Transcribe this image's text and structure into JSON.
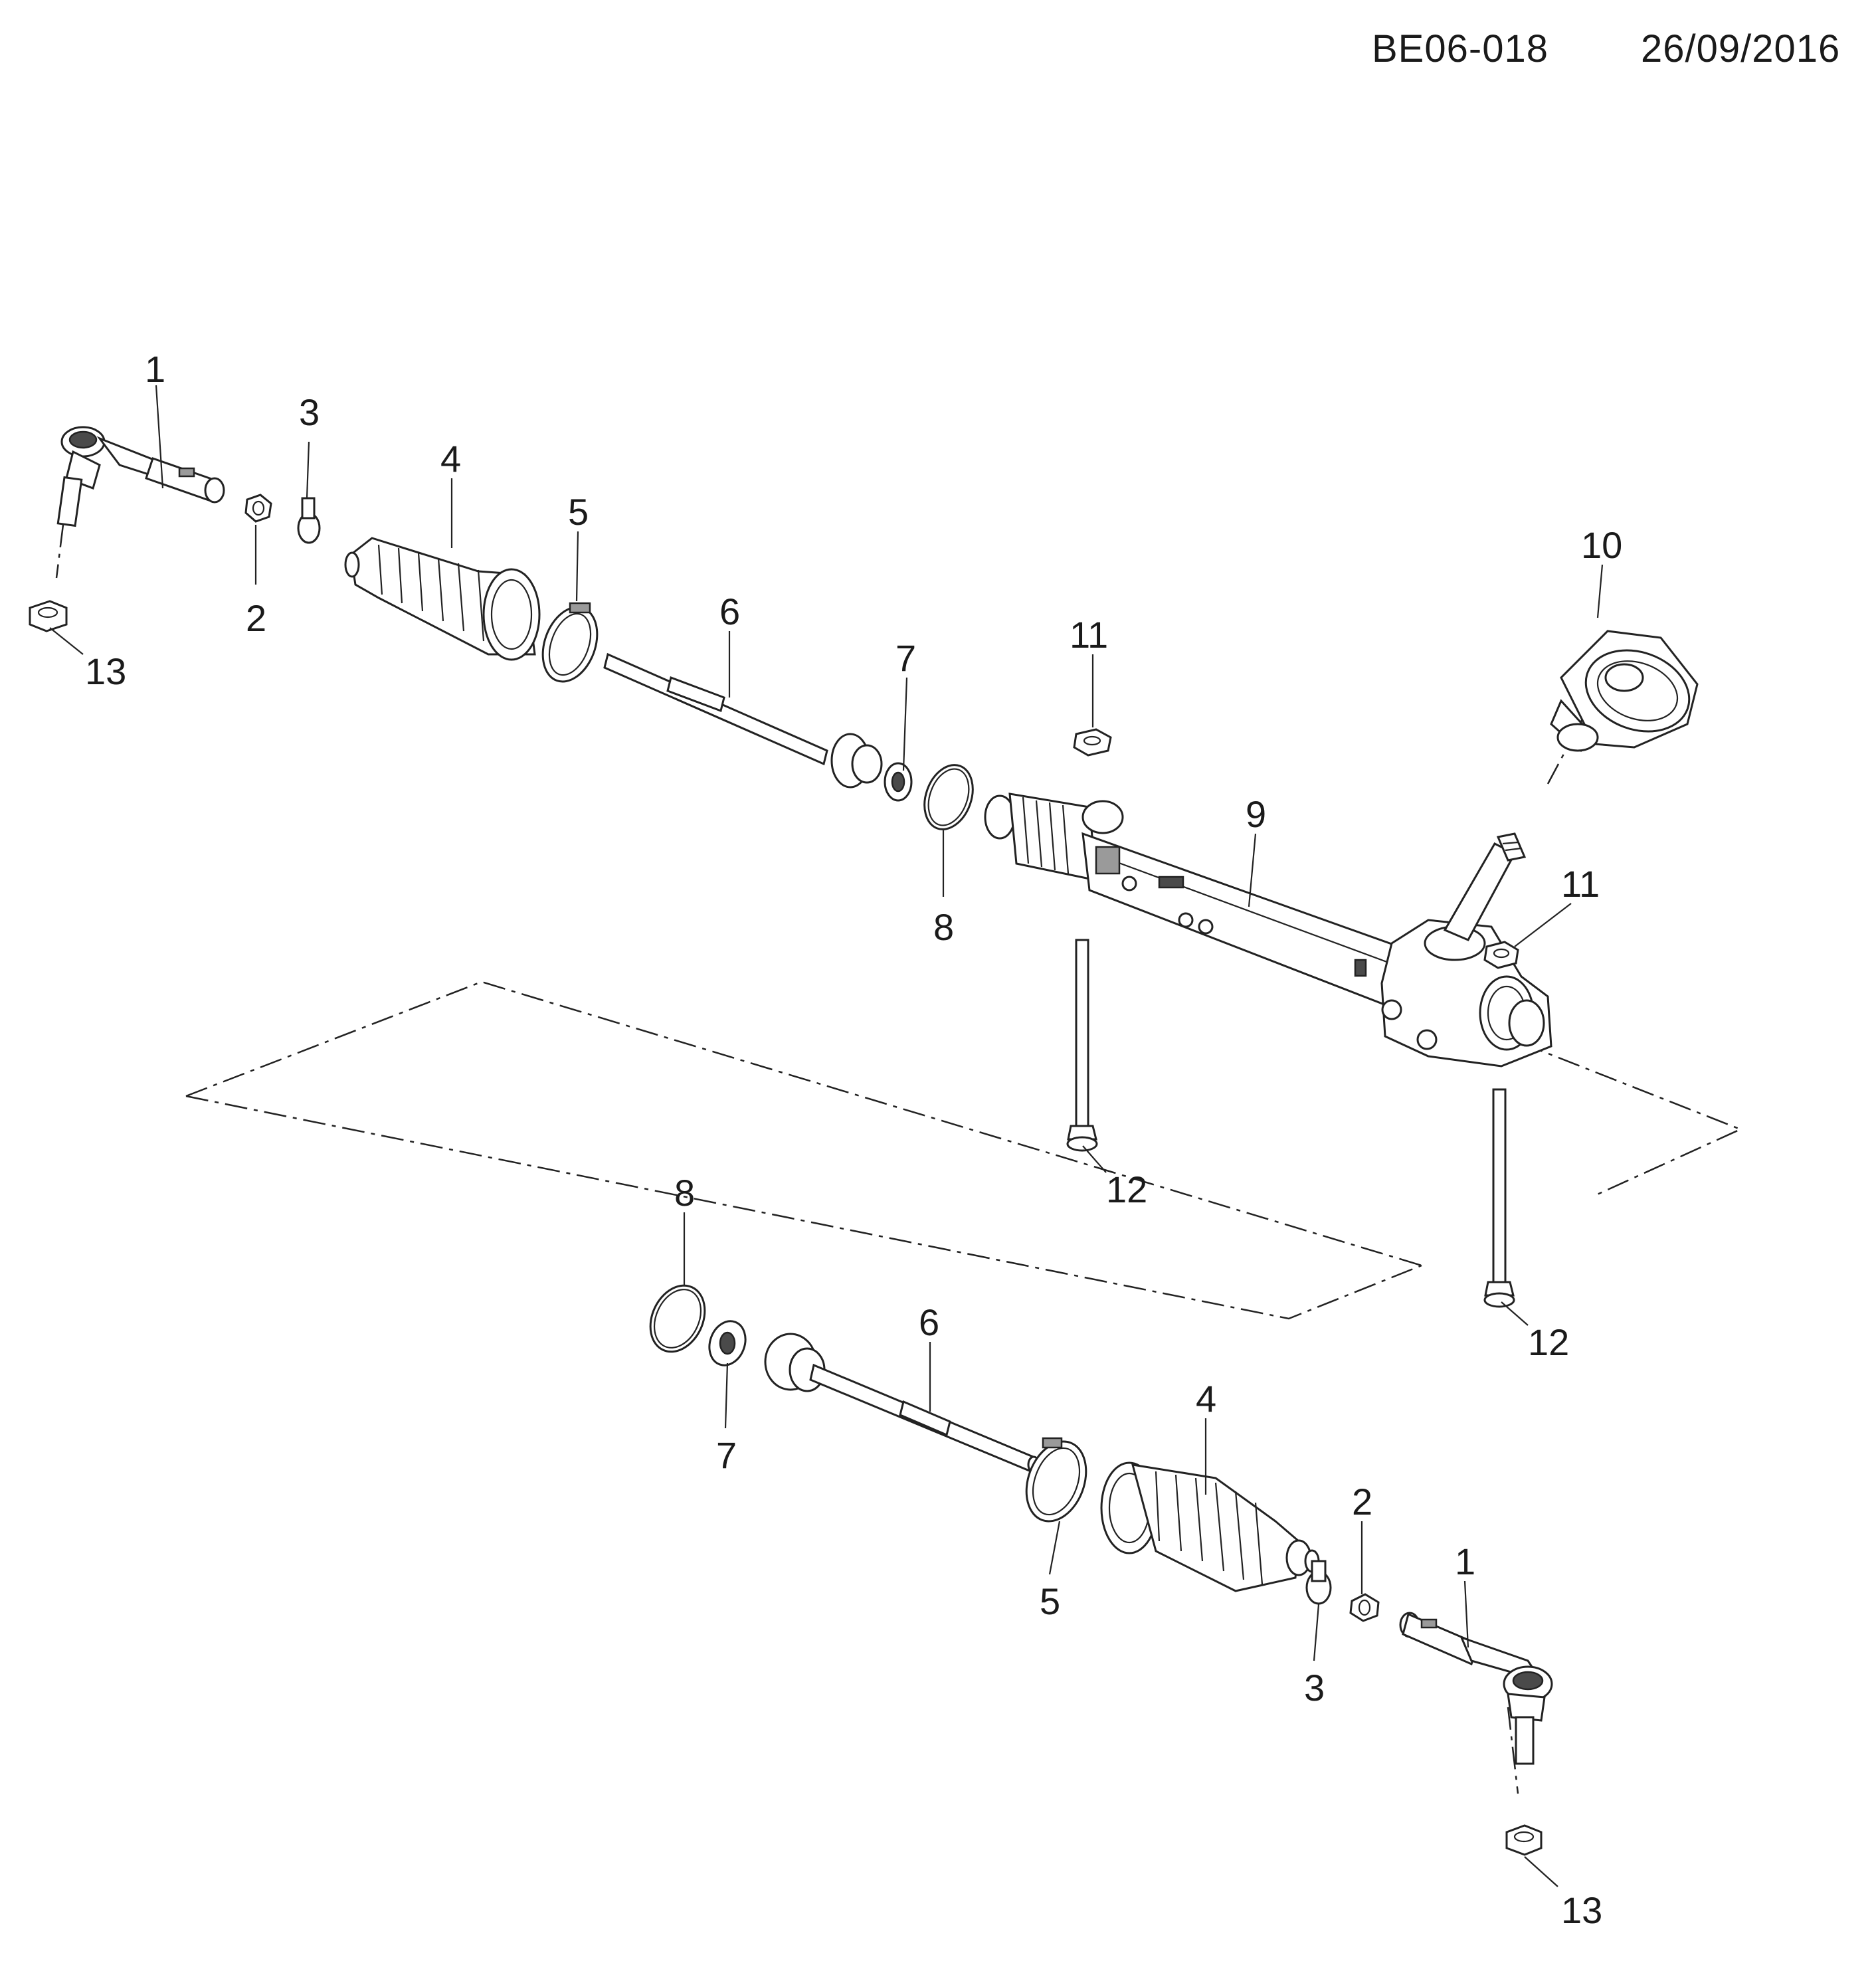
{
  "header": {
    "code": "BE06-018",
    "date": "26/09/2016"
  },
  "callouts": {
    "c1a": "1",
    "c2a": "2",
    "c3a": "3",
    "c4a": "4",
    "c5a": "5",
    "c6a": "6",
    "c7a": "7",
    "c8a": "8",
    "c9": "9",
    "c10": "10",
    "c11a": "11",
    "c11b": "11",
    "c12a": "12",
    "c12b": "12",
    "c13a": "13",
    "c8b": "8",
    "c7b": "7",
    "c6b": "6",
    "c4b": "4",
    "c5b": "5",
    "c2b": "2",
    "c3b": "3",
    "c1b": "1",
    "c13b": "13"
  }
}
